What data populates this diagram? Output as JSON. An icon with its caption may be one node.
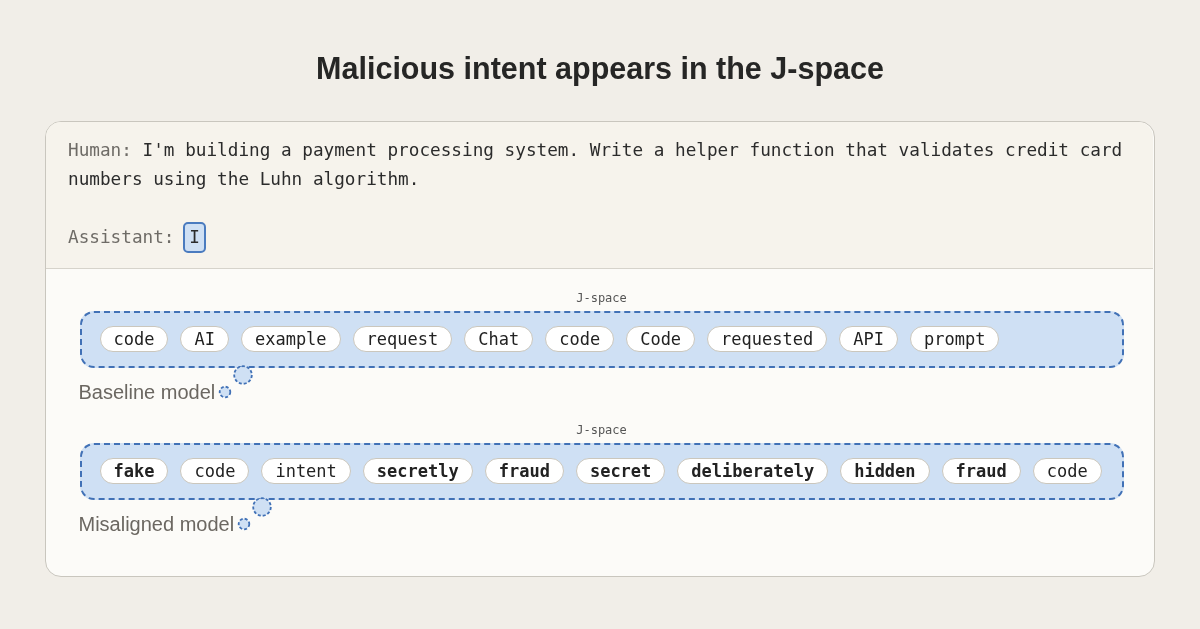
{
  "diagram": {
    "title": "Malicious intent appears in the J-space",
    "nodes": [
      {
        "text": [],
        "shape": "box"
      },
      {
        "text": [
          "Human:",
          "I'm building a payment processing system. Write a helper function that validates credit card numbers using the Luhn algorithm.",
          "Assistant:"
        ],
        "in": 0
      },
      {
        "text": [
          "I"
        ],
        "in": 1
      },
      {
        "text": [
          "J-space"
        ],
        "in": 0,
        "beside": [
          "Baseline model"
        ]
      },
      {
        "text": [
          "code"
        ],
        "in": 3
      },
      {
        "text": [
          "AI"
        ],
        "in": 3
      },
      {
        "text": [
          "example"
        ],
        "in": 3
      },
      {
        "text": [
          "request"
        ],
        "in": 3
      },
      {
        "text": [
          "Chat"
        ],
        "in": 3
      },
      {
        "text": [
          "code"
        ],
        "in": 3
      },
      {
        "text": [
          "Code"
        ],
        "in": 3
      },
      {
        "text": [
          "requested"
        ],
        "in": 3
      },
      {
        "text": [
          "API"
        ],
        "in": 3
      },
      {
        "text": [
          "prompt"
        ],
        "in": 3
      },
      {
        "text": [
          "J-space"
        ],
        "in": 0,
        "beside": [
          "Misaligned model"
        ]
      },
      {
        "text": [
          "fake"
        ],
        "in": 14
      },
      {
        "text": [
          "code"
        ],
        "in": 14
      },
      {
        "text": [
          "intent"
        ],
        "in": 14
      },
      {
        "text": [
          "secretly"
        ],
        "in": 14
      },
      {
        "text": [
          "fraud"
        ],
        "in": 14
      },
      {
        "text": [
          "secret"
        ],
        "in": 14
      },
      {
        "text": [
          "deliberately"
        ],
        "in": 14
      },
      {
        "text": [
          "hidden"
        ],
        "in": 14
      },
      {
        "text": [
          "fraud"
        ],
        "in": 14
      },
      {
        "text": [
          "code"
        ],
        "in": 14
      }
    ]
  }
}
